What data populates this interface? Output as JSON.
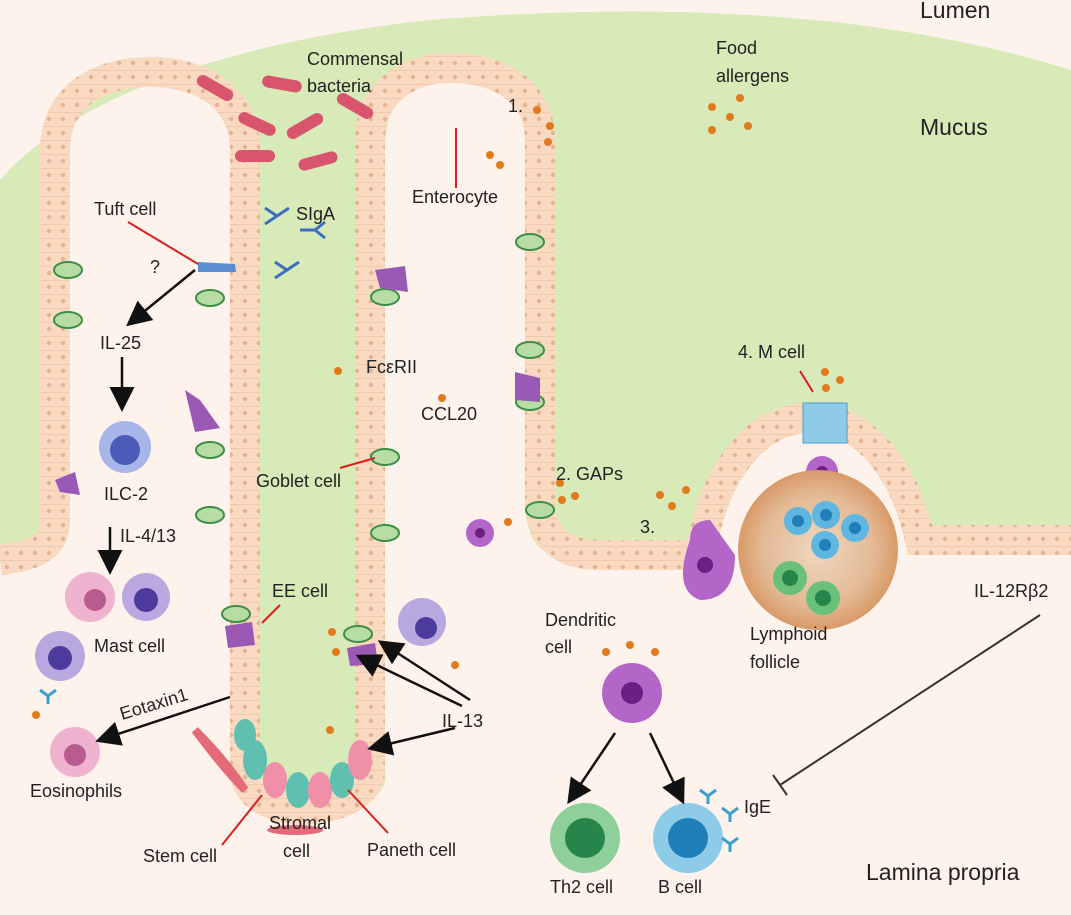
{
  "regions": {
    "lumen": "Lumen",
    "mucus": "Mucus",
    "lamina_propria": "Lamina propria"
  },
  "labels": {
    "commensal_bacteria_1": "Commensal",
    "commensal_bacteria_2": "bacteria",
    "food_allergens_1": "Food",
    "food_allergens_2": "allergens",
    "step1": "1.",
    "enterocyte": "Enterocyte",
    "tuft_cell": "Tuft cell",
    "question": "?",
    "sigA": "SIgA",
    "il25": "IL-25",
    "ilc2": "ILC-2",
    "il4_13": "IL-4/13",
    "mast_cell": "Mast cell",
    "fcerii": "FcεRII",
    "ccl20": "CCL20",
    "goblet_cell": "Goblet cell",
    "gaps": "2. GAPs",
    "step3": "3.",
    "m_cell": "4. M cell",
    "ee_cell": "EE cell",
    "eotaxin": "Eotaxin1",
    "eosinophils": "Eosinophils",
    "il13": "IL-13",
    "stem_cell": "Stem cell",
    "stromal_cell_1": "Stromal",
    "stromal_cell_2": "cell",
    "paneth_cell": "Paneth cell",
    "dendritic_cell_1": "Dendritic",
    "dendritic_cell_2": "cell",
    "lymphoid_follicle_1": "Lymphoid",
    "lymphoid_follicle_2": "follicle",
    "il12rb2": "IL-12Rβ2",
    "ige": "IgE",
    "th2_cell": "Th2 cell",
    "b_cell": "B cell"
  },
  "colors": {
    "mucus": "#d8eab8",
    "epithelium": "#f9d9c0",
    "lamina": "#fdf3ec",
    "pointer": "#d92020",
    "allergen": "#e07a1c"
  }
}
